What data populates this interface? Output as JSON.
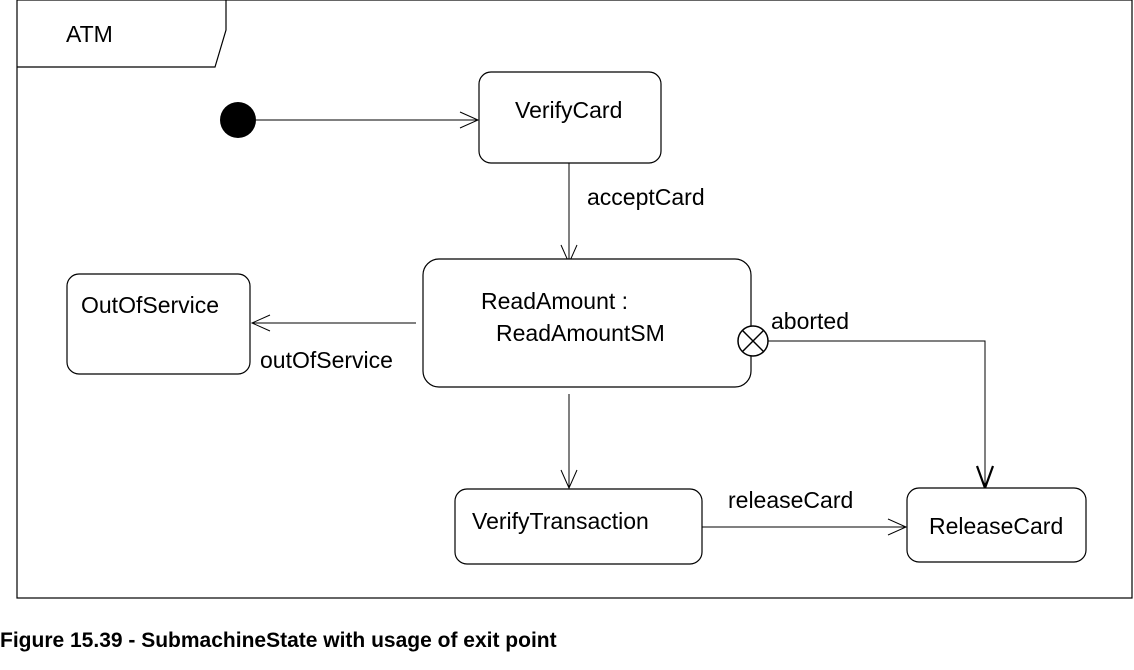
{
  "frame": {
    "name": "ATM"
  },
  "states": {
    "verify_card": "VerifyCard",
    "read_amount_line1": "ReadAmount :",
    "read_amount_line2": "ReadAmountSM",
    "out_of_service": "OutOfService",
    "verify_transaction": "VerifyTransaction",
    "release_card": "ReleaseCard"
  },
  "transitions": {
    "accept_card": "acceptCard",
    "out_of_service": "outOfService",
    "aborted": "aborted",
    "release_card": "releaseCard"
  },
  "caption": "Figure 15.39 - SubmachineState with usage of exit point"
}
